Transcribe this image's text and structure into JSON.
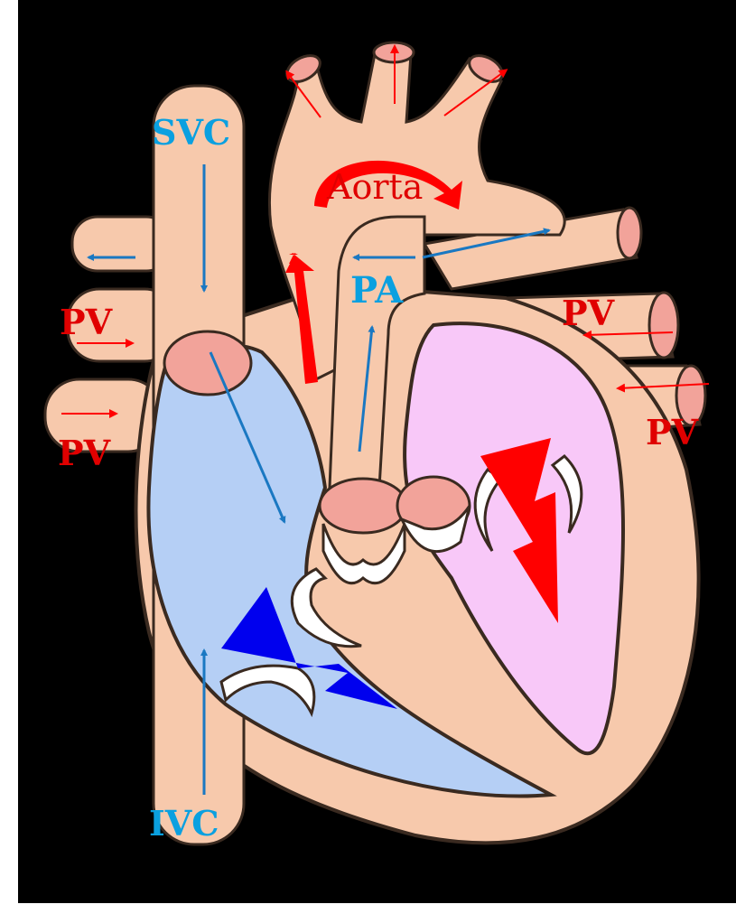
{
  "colors": {
    "background": "#000000",
    "tissue": "#f7c9ac",
    "vessel_end": "#f2a39a",
    "right_side": "#b5cff5",
    "left_side": "#f8c8f8",
    "oxygenated_label": "#e00000",
    "deoxygenated_label": "#0aa0e0",
    "blue_arrow": "#1a78c2",
    "big_blue_arrow": "#0000ee",
    "red_arrow": "#ff0000"
  },
  "labels": {
    "svc": "SVC",
    "ivc": "IVC",
    "aorta": "Aorta",
    "pa": "PA",
    "pv_left_upper": "PV",
    "pv_left_lower": "PV",
    "pv_right_upper": "PV",
    "pv_right_lower": "PV"
  }
}
